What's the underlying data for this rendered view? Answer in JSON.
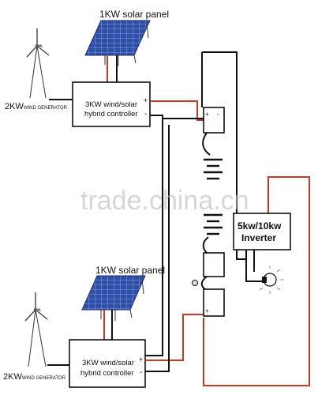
{
  "top_system": {
    "solar_panel_label": "1KW solar panel",
    "controller_line1": "3KW wind/solar",
    "controller_line2": "hybrid controller",
    "generator_prefix": "2KW",
    "generator_suffix": "WIND GENERATOR",
    "plus": "+",
    "minus": "-"
  },
  "bottom_system": {
    "solar_panel_label": "1KW solar panel",
    "controller_line1": "3KW wind/solar",
    "controller_line2": "hybrid controller",
    "generator_prefix": "2KW",
    "generator_suffix": "WIND GENERATOR",
    "plus": "+",
    "minus": "-"
  },
  "inverter": {
    "line1": "5kw/10kw",
    "line2": "Inverter"
  },
  "battery_terminals": {
    "plus": "+",
    "minus": "-"
  },
  "watermark": "trade.china.cn",
  "colors": {
    "wire_black": "#111111",
    "wire_red": "#c0392b",
    "panel_blue": "#2d4fa8"
  }
}
